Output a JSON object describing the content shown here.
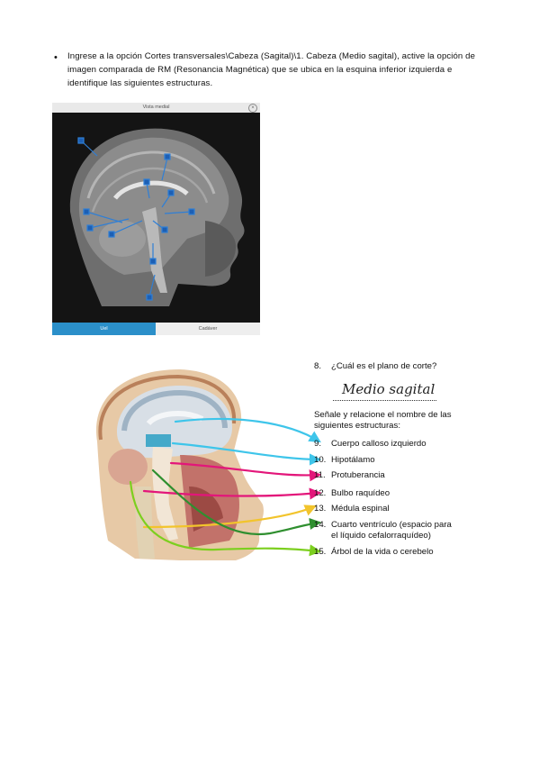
{
  "instructions": {
    "bullet": "•",
    "line1": "Ingrese a la opción Cortes transversales\\Cabeza (Sagital)\\1. Cabeza (Medio sagital), active la opción de",
    "line2": "imagen comparada de RM (Resonancia Magnética) que se ubica en la esquina inferior izquierda e",
    "line3": "identifique las siguientes estructuras."
  },
  "viewer": {
    "title": "Vista medial",
    "close": "×",
    "tabs": [
      "Uel",
      "Cadáver"
    ]
  },
  "question8": {
    "number": "8.",
    "text": "¿Cuál es el plano de corte?",
    "answer": "Medio sagital"
  },
  "prompt": "Señale y relacione el nombre de las siguientes estructuras:",
  "structures": [
    {
      "num": "9.",
      "label": "Cuerpo calloso izquierdo"
    },
    {
      "num": "10.",
      "label": "Hipotálamo"
    },
    {
      "num": "11.",
      "label": "Protuberancia"
    },
    {
      "num": "12.",
      "label": "Bulbo raquídeo"
    },
    {
      "num": "13.",
      "label": "Médula espinal"
    },
    {
      "num": "14.",
      "label": "Cuarto ventrículo (espacio para"
    },
    {
      "num": "",
      "label": "el líquido cefalorraquídeo)"
    },
    {
      "num": "15.",
      "label": "Árbol de la vida o cerebelo"
    }
  ],
  "arrow_colors": {
    "cyan": "#3ec5ea",
    "magenta": "#e3167a",
    "yellow": "#f2c42c",
    "green": "#2f8f2f",
    "lime": "#7ccf1f",
    "marker_blue": "#1d5fb4"
  }
}
